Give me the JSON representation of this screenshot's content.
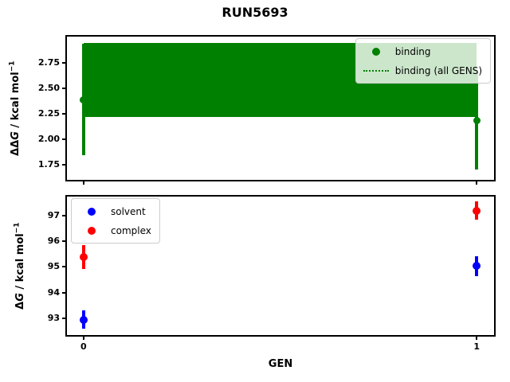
{
  "figure": {
    "title": "RUN5693"
  },
  "colors": {
    "binding": "#008000",
    "solvent": "#0000ff",
    "complex": "#ff0000",
    "spine": "#000000",
    "legend_border": "#cccccc"
  },
  "chart_data": [
    {
      "type": "scatter",
      "name": "binding-free-energy-difference",
      "ylabel": {
        "prefix": "ΔΔ",
        "var": "G",
        "rest": " / kcal mol",
        "sup": "−1"
      },
      "xlabel": "",
      "xlim": [
        -0.0422,
        1.0442
      ],
      "ylim": [
        1.6,
        3.01
      ],
      "grid": false,
      "yticks": [
        1.75,
        2.0,
        2.25,
        2.5,
        2.75
      ],
      "yticklabels": [
        "1.75",
        "2.00",
        "2.25",
        "2.50",
        "2.75"
      ],
      "xticks": [
        0,
        1
      ],
      "xticklabels": [
        "",
        ""
      ],
      "series": [
        {
          "name": "binding",
          "color": "#008000",
          "markersize": 9,
          "linewidth": 4,
          "x": [
            0,
            1
          ],
          "y": [
            2.39,
            2.18
          ],
          "yerr": [
            0.55,
            0.48
          ]
        }
      ],
      "band": {
        "name": "binding (all GENS)",
        "color": "#008000",
        "x": [
          0,
          1
        ],
        "lo": 2.22,
        "hi": 2.95,
        "center": 2.585,
        "line_style": "dotted"
      },
      "legend": {
        "position": "top-right",
        "items": [
          {
            "label": "binding",
            "glyph": "dot",
            "color": "#008000"
          },
          {
            "label": "binding (all GENS)",
            "glyph": "dotted-line",
            "color": "#008000"
          }
        ]
      }
    },
    {
      "type": "scatter",
      "name": "absolute-free-energies",
      "ylabel": {
        "prefix": "Δ",
        "var": "G",
        "rest": " / kcal mol",
        "sup": "−1"
      },
      "xlabel": "GEN",
      "xlim": [
        -0.0422,
        1.0442
      ],
      "ylim": [
        92.35,
        97.73
      ],
      "grid": false,
      "yticks": [
        93,
        94,
        95,
        96,
        97
      ],
      "yticklabels": [
        "93",
        "94",
        "95",
        "96",
        "97"
      ],
      "xticks": [
        0,
        1
      ],
      "xticklabels": [
        "0",
        "1"
      ],
      "series": [
        {
          "name": "solvent",
          "color": "#0000ff",
          "markersize": 10,
          "linewidth": 4,
          "x": [
            0,
            1
          ],
          "y": [
            92.95,
            95.03
          ],
          "yerr": [
            0.35,
            0.38
          ]
        },
        {
          "name": "complex",
          "color": "#ff0000",
          "markersize": 10,
          "linewidth": 4,
          "x": [
            0,
            1
          ],
          "y": [
            95.38,
            97.18
          ],
          "yerr": [
            0.46,
            0.36
          ]
        }
      ],
      "legend": {
        "position": "top-left",
        "items": [
          {
            "label": "solvent",
            "glyph": "dot",
            "color": "#0000ff"
          },
          {
            "label": "complex",
            "glyph": "dot",
            "color": "#ff0000"
          }
        ]
      }
    }
  ]
}
